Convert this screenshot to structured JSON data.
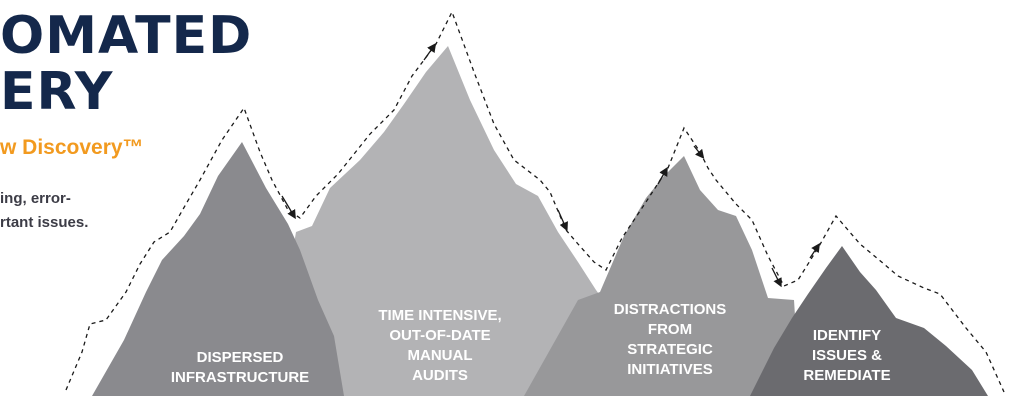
{
  "headline": {
    "line1": "OMATED",
    "line2": "ERY"
  },
  "subtitle": "w Discovery™",
  "body": {
    "line1": "ing, error-",
    "line2": "rtant issues."
  },
  "peaks": [
    {
      "name": "dispersed-infrastructure",
      "lines": [
        "DISPERSED",
        "INFRASTRUCTURE"
      ],
      "color": "#8a8a8e"
    },
    {
      "name": "manual-audits",
      "lines": [
        "TIME INTENSIVE,",
        "OUT-OF-DATE",
        "MANUAL",
        "AUDITS"
      ],
      "color": "#b3b3b5"
    },
    {
      "name": "strategic-initiatives",
      "lines": [
        "DISTRACTIONS",
        "FROM",
        "STRATEGIC",
        "INITIATIVES"
      ],
      "color": "#98989a"
    },
    {
      "name": "remediate",
      "lines": [
        "IDENTIFY",
        "ISSUES &",
        "REMEDIATE"
      ],
      "color": "#6b6b6f"
    }
  ],
  "colors": {
    "navy": "#14284b",
    "orange": "#f29a1f",
    "dashed_path": "#1a1a1a"
  }
}
